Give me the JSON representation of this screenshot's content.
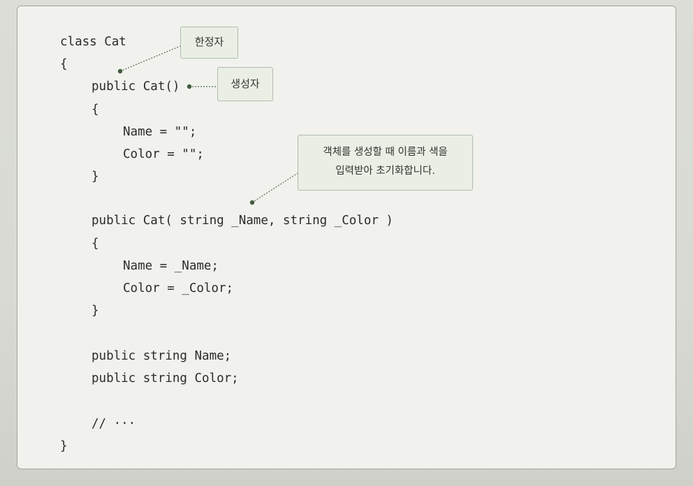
{
  "code": {
    "lines": [
      "class Cat",
      "{",
      "public Cat()",
      "{",
      "Name = \"\";",
      "Color = \"\";",
      "}",
      "public Cat( string _Name, string _Color )",
      "{",
      "Name = _Name;",
      "Color = _Color;",
      "}",
      "public string Name;",
      "public string Color;",
      "// ···",
      "}"
    ]
  },
  "callouts": {
    "modifier": "한정자",
    "constructor": "생성자",
    "init_line1": "객체를 생성할 때 이름과 색을",
    "init_line2": "입력받아 초기화합니다."
  },
  "colors": {
    "box_border": "#9ea79b",
    "box_fill": "#f1f2ee",
    "callout_fill": "#e9efe4",
    "leader_dot": "#3f5a3e"
  }
}
